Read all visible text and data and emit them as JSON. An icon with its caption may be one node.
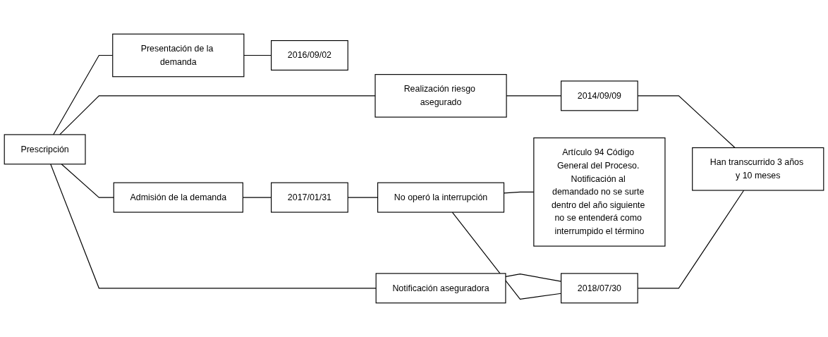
{
  "diagram": {
    "nodes": [
      {
        "text": [
          "Prescripción"
        ]
      },
      {
        "text": [
          "Realización riesgo asegurado"
        ]
      },
      {
        "text": [
          "2014/09/09"
        ]
      },
      {
        "text": [
          "Presentación de la demanda"
        ]
      },
      {
        "text": [
          "2016/09/02"
        ]
      },
      {
        "text": [
          "Admisión de la demanda"
        ]
      },
      {
        "text": [
          "2017/01/31"
        ]
      },
      {
        "text": [
          "Han transcurrido 3 años y 10 meses"
        ]
      },
      {
        "text": [
          "No operó la interrupción"
        ]
      },
      {
        "text": [
          "Artículo 94 Código General del Proceso. Notificación al demandado no se surte dentro del año siguiente no se entenderá como interrumpido el término"
        ]
      },
      {
        "text": [
          "Notificación aseguradora"
        ]
      },
      {
        "text": [
          "2018/07/30"
        ]
      }
    ],
    "edges": [
      {
        "from": 0,
        "to": 1,
        "arrow": "none"
      },
      {
        "from": 0,
        "to": 3,
        "arrow": "none"
      },
      {
        "from": 0,
        "to": 5,
        "arrow": "none"
      },
      {
        "from": 0,
        "to": 10,
        "arrow": "none"
      },
      {
        "from": 1,
        "to": 2,
        "arrow": "none"
      },
      {
        "from": 3,
        "to": 4,
        "arrow": "none"
      },
      {
        "from": 5,
        "to": 6,
        "arrow": "none"
      },
      {
        "from": 10,
        "to": 11,
        "arrow": "none"
      },
      {
        "from": 2,
        "to": 7,
        "arrow": "none"
      },
      {
        "from": 11,
        "to": 7,
        "arrow": "none"
      },
      {
        "from": 6,
        "to": 8,
        "arrow": "none"
      },
      {
        "from": 8,
        "to": 11,
        "arrow": "none"
      },
      {
        "from": 8,
        "to": 9,
        "arrow": "none"
      }
    ]
  }
}
